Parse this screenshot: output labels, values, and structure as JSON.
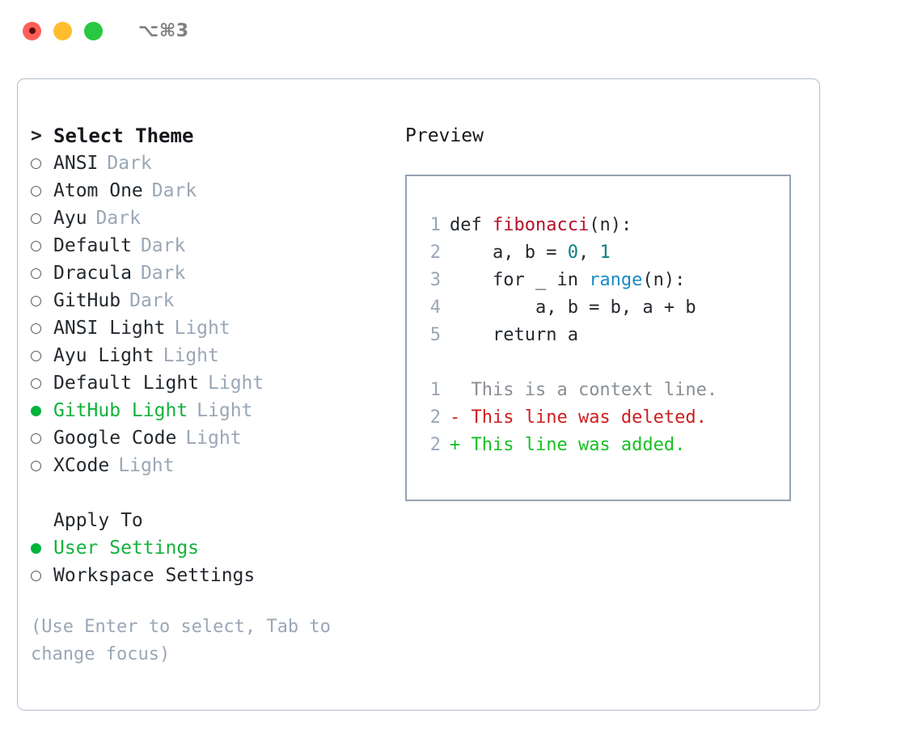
{
  "titlebar": {
    "shortcut": "⌥⌘3",
    "lights": [
      {
        "name": "close",
        "color": "#ff5f57"
      },
      {
        "name": "minimize",
        "color": "#ffbd2e"
      },
      {
        "name": "zoom",
        "color": "#28c840"
      }
    ]
  },
  "theme_picker": {
    "header": "Select Theme",
    "caret": ">",
    "items": [
      {
        "name": "ANSI",
        "variant": "Dark",
        "selected": false
      },
      {
        "name": "Atom One",
        "variant": "Dark",
        "selected": false
      },
      {
        "name": "Ayu",
        "variant": "Dark",
        "selected": false
      },
      {
        "name": "Default",
        "variant": "Dark",
        "selected": false
      },
      {
        "name": "Dracula",
        "variant": "Dark",
        "selected": false
      },
      {
        "name": "GitHub",
        "variant": "Dark",
        "selected": false
      },
      {
        "name": "ANSI Light",
        "variant": "Light",
        "selected": false
      },
      {
        "name": "Ayu Light",
        "variant": "Light",
        "selected": false
      },
      {
        "name": "Default Light",
        "variant": "Light",
        "selected": false
      },
      {
        "name": "GitHub Light",
        "variant": "Light",
        "selected": true
      },
      {
        "name": "Google Code",
        "variant": "Light",
        "selected": false
      },
      {
        "name": "XCode",
        "variant": "Light",
        "selected": false
      }
    ]
  },
  "apply_to": {
    "title": "Apply To",
    "options": [
      {
        "label": "User Settings",
        "selected": true
      },
      {
        "label": "Workspace Settings",
        "selected": false
      }
    ]
  },
  "hint": "(Use Enter to select, Tab to change focus)",
  "preview": {
    "title": "Preview",
    "code_lines": [
      {
        "no": "1",
        "tokens": [
          {
            "t": "def ",
            "c": "plain"
          },
          {
            "t": "fibonacci",
            "c": "fn"
          },
          {
            "t": "(n):",
            "c": "plain"
          }
        ]
      },
      {
        "no": "2",
        "tokens": [
          {
            "t": "    a, b = ",
            "c": "plain"
          },
          {
            "t": "0",
            "c": "num"
          },
          {
            "t": ", ",
            "c": "plain"
          },
          {
            "t": "1",
            "c": "num"
          }
        ]
      },
      {
        "no": "3",
        "tokens": [
          {
            "t": "    for _ in ",
            "c": "plain"
          },
          {
            "t": "range",
            "c": "call"
          },
          {
            "t": "(n):",
            "c": "plain"
          }
        ]
      },
      {
        "no": "4",
        "tokens": [
          {
            "t": "        a, b = b, a + b",
            "c": "plain"
          }
        ]
      },
      {
        "no": "5",
        "tokens": [
          {
            "t": "    return a",
            "c": "plain"
          }
        ]
      }
    ],
    "diff_lines": [
      {
        "no": "1",
        "sign": " ",
        "text": " This is a context line.",
        "kind": "ctx"
      },
      {
        "no": "2",
        "sign": "-",
        "text": " This line was deleted.",
        "kind": "del"
      },
      {
        "no": "2",
        "sign": "+",
        "text": " This line was added.",
        "kind": "add"
      }
    ]
  },
  "colors": {
    "accent_green": "#00b33c",
    "muted": "#9aa7b6",
    "text": "#24292e",
    "border": "#96a2b3",
    "fn_red": "#b3132a",
    "num_teal": "#0e8080",
    "call_blue": "#1a8bc4",
    "diff_del": "#cc1f1f",
    "diff_add": "#17c025"
  }
}
